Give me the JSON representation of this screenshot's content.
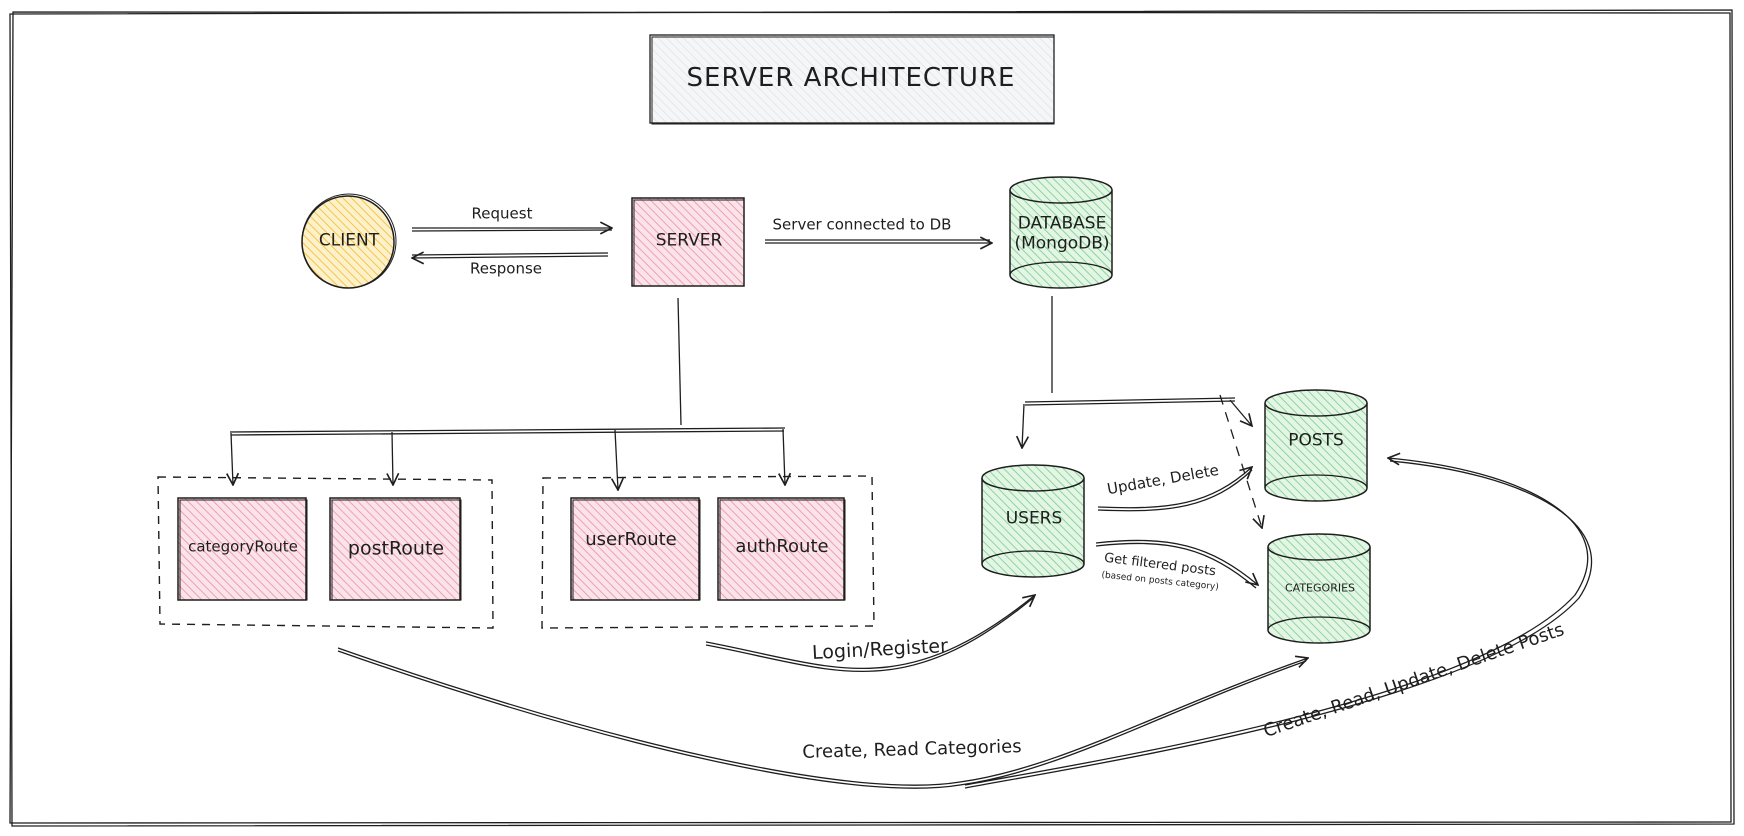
{
  "title": "SERVER ARCHITECTURE",
  "nodes": {
    "client": "CLIENT",
    "server": "SERVER",
    "database": {
      "line1": "DATABASE",
      "line2": "(MongoDB)"
    },
    "category_route": "categoryRoute",
    "post_route": "postRoute",
    "user_route": "userRoute",
    "auth_route": "authRoute",
    "users": "USERS",
    "posts": "POSTS",
    "categories": "CATEGORIES"
  },
  "edges": {
    "request": "Request",
    "response": "Response",
    "server_db": "Server connected to DB",
    "update_delete": "Update, Delete",
    "get_filtered": "Get filtered posts",
    "get_filtered_note": "(based on posts category)",
    "login_register": "Login/Register",
    "create_read_categories": "Create, Read Categories",
    "crud_posts": "Create, Read, Update, Delete Posts"
  },
  "colors": {
    "stroke": "#1e1e1e",
    "client_fill": "#f5c542",
    "server_fill": "#f2a7bd",
    "route_fill": "#f2a7bd",
    "db_fill": "#9bdba2",
    "title_fill": "#e3e5e8"
  }
}
